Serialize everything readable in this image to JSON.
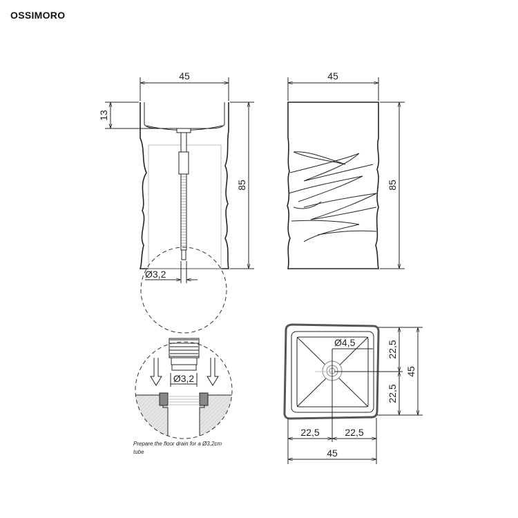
{
  "title": "OSSIMORO",
  "front_view": {
    "width": "45",
    "basin_depth": "13",
    "height": "85",
    "drain_diameter": "Ø3,2"
  },
  "side_view": {
    "width": "45",
    "height": "85"
  },
  "detail": {
    "tube_diameter": "Ø3,2",
    "note_line1": "Prepare the floor drain for a Ø3,2cm",
    "note_line2": "tube"
  },
  "top_view": {
    "drain_diameter": "Ø4,5",
    "half_depth_top": "22,5",
    "half_depth_bottom": "22,5",
    "depth": "45",
    "half_width_left": "22,5",
    "half_width_right": "22,5",
    "width": "45"
  }
}
